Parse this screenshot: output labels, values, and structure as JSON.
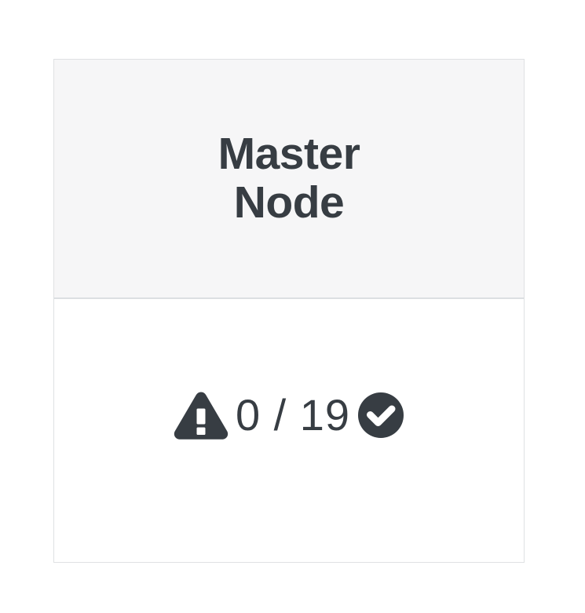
{
  "page": {
    "background_color": "#ffffff"
  },
  "card": {
    "title": "Master Node",
    "border_color": "#dfe1e3",
    "header_background": "#f6f6f7",
    "body_background": "#ffffff",
    "text_color": "#373d43",
    "status": {
      "warning_icon": "warning-triangle-icon",
      "count_label": "0 / 19",
      "current": 0,
      "total": 19,
      "check_icon": "check-circle-icon",
      "icon_color": "#373d43"
    }
  }
}
